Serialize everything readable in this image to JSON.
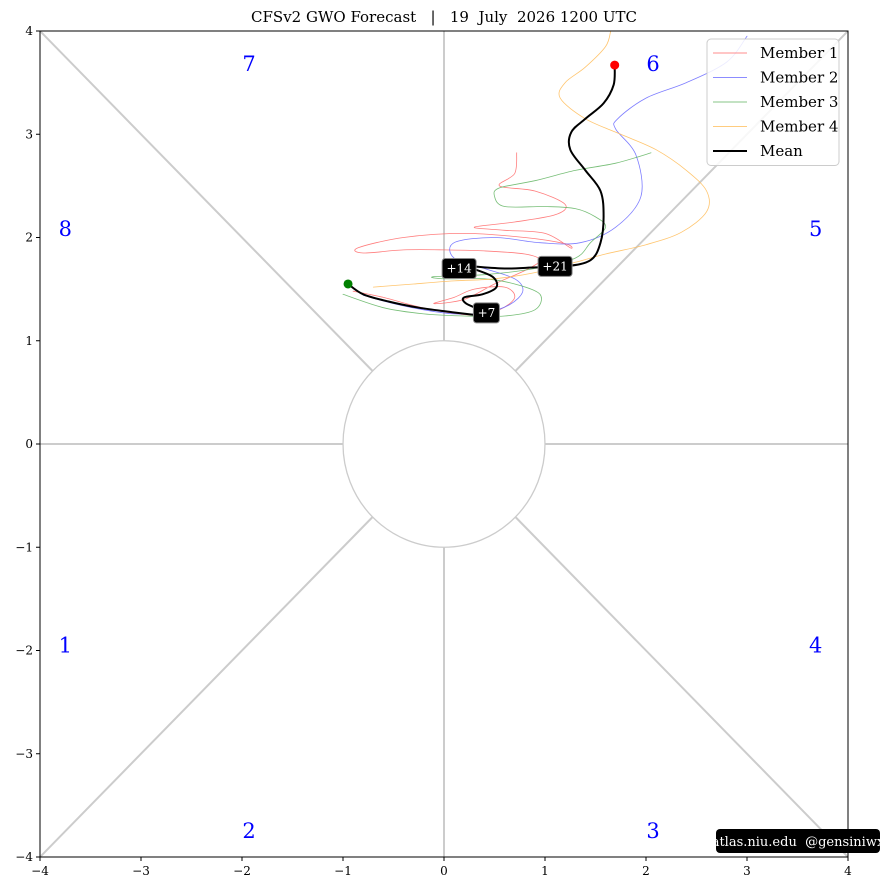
{
  "chart_data": {
    "type": "line",
    "title": "CFSv2 GWO Forecast   |   19  July  2026 1200 UTC",
    "xlim": [
      -4,
      4
    ],
    "ylim": [
      -4,
      4
    ],
    "xticks": [
      -4,
      -3,
      -2,
      -1,
      0,
      1,
      2,
      3,
      4
    ],
    "yticks": [
      -4,
      -3,
      -2,
      -1,
      0,
      1,
      2,
      3,
      4
    ],
    "xtick_labels": [
      "−4",
      "−3",
      "−2",
      "−1",
      "0",
      "1",
      "2",
      "3",
      "4"
    ],
    "ytick_labels": [
      "−4",
      "−3",
      "−2",
      "−1",
      "0",
      "1",
      "2",
      "3",
      "4"
    ],
    "xlabel": "",
    "ylabel": "",
    "grid": false,
    "legend_position": "top-right",
    "phase_labels": [
      {
        "label": "1",
        "x": -3.75,
        "y": -1.95
      },
      {
        "label": "2",
        "x": -1.93,
        "y": -3.75
      },
      {
        "label": "3",
        "x": 2.07,
        "y": -3.75
      },
      {
        "label": "4",
        "x": 3.68,
        "y": -1.95
      },
      {
        "label": "5",
        "x": 3.68,
        "y": 2.08
      },
      {
        "label": "6",
        "x": 2.07,
        "y": 3.68
      },
      {
        "label": "7",
        "x": -1.93,
        "y": 3.68
      },
      {
        "label": "8",
        "x": -3.75,
        "y": 2.08
      }
    ],
    "series": [
      {
        "name": "Member 1",
        "color": "#ff6666",
        "x": [
          -0.9,
          -0.6,
          -0.3,
          0.0,
          0.3,
          0.55,
          0.7,
          0.6,
          0.3,
          0.1,
          -0.1,
          0.2,
          0.5,
          0.8,
          0.95,
          0.8,
          0.4,
          0.0,
          -0.4,
          -0.8,
          -0.85,
          -0.4,
          0.2,
          0.8,
          1.2,
          1.25,
          1.0,
          0.6,
          0.3,
          0.7,
          1.1,
          1.2,
          0.9,
          0.55,
          0.7,
          0.72
        ],
        "y": [
          1.48,
          1.42,
          1.34,
          1.28,
          1.25,
          1.3,
          1.42,
          1.52,
          1.5,
          1.42,
          1.36,
          1.4,
          1.55,
          1.68,
          1.78,
          1.84,
          1.87,
          1.88,
          1.88,
          1.85,
          1.9,
          2.0,
          2.04,
          2.0,
          1.94,
          1.9,
          2.04,
          2.07,
          2.1,
          2.15,
          2.22,
          2.32,
          2.45,
          2.5,
          2.62,
          2.82
        ]
      },
      {
        "name": "Member 2",
        "color": "#6666ff",
        "x": [
          -0.8,
          -0.5,
          -0.2,
          0.1,
          0.4,
          0.65,
          0.78,
          0.7,
          0.4,
          0.1,
          0.1,
          0.5,
          0.95,
          1.35,
          1.7,
          1.95,
          1.9,
          1.7,
          1.72,
          2.0,
          2.4,
          2.8,
          3.0
        ],
        "y": [
          1.44,
          1.36,
          1.3,
          1.26,
          1.27,
          1.35,
          1.48,
          1.6,
          1.7,
          1.8,
          1.95,
          2.0,
          1.95,
          1.95,
          2.1,
          2.4,
          2.8,
          3.05,
          3.15,
          3.35,
          3.5,
          3.7,
          3.95
        ]
      },
      {
        "name": "Member 3",
        "color": "#5fb35f",
        "x": [
          -1.0,
          -0.6,
          -0.2,
          0.2,
          0.6,
          0.9,
          0.95,
          0.7,
          0.4,
          0.0,
          -0.1,
          0.4,
          0.9,
          1.3,
          1.45,
          1.6,
          1.5,
          1.3,
          1.0,
          0.6,
          0.5,
          0.55,
          0.9,
          1.3,
          1.7,
          2.05
        ],
        "y": [
          1.45,
          1.32,
          1.26,
          1.24,
          1.24,
          1.3,
          1.45,
          1.55,
          1.6,
          1.6,
          1.62,
          1.64,
          1.7,
          1.8,
          1.95,
          2.1,
          2.2,
          2.28,
          2.3,
          2.3,
          2.4,
          2.48,
          2.55,
          2.65,
          2.72,
          2.82
        ]
      },
      {
        "name": "Member 4",
        "color": "#ffbb55",
        "x": [
          -0.7,
          -0.3,
          0.1,
          0.5,
          0.9,
          1.3,
          1.6,
          2.0,
          2.35,
          2.6,
          2.6,
          2.4,
          2.1,
          1.75,
          1.4,
          1.15,
          1.2,
          1.4,
          1.6,
          1.65
        ],
        "y": [
          1.52,
          1.55,
          1.58,
          1.6,
          1.66,
          1.76,
          1.84,
          1.93,
          2.05,
          2.25,
          2.45,
          2.65,
          2.85,
          3.0,
          3.15,
          3.35,
          3.5,
          3.65,
          3.85,
          4.0
        ]
      },
      {
        "name": "Mean",
        "color": "#000000",
        "x": [
          -0.95,
          -0.8,
          -0.55,
          -0.25,
          0.05,
          0.3,
          0.42,
          0.4,
          0.22,
          0.2,
          0.38,
          0.52,
          0.48,
          0.28,
          0.15,
          0.28,
          0.6,
          0.9,
          1.2,
          1.45,
          1.55,
          1.58,
          1.55,
          1.4,
          1.25,
          1.26,
          1.4,
          1.58,
          1.68,
          1.69
        ],
        "y": [
          1.55,
          1.45,
          1.38,
          1.32,
          1.28,
          1.25,
          1.23,
          1.28,
          1.36,
          1.42,
          1.45,
          1.52,
          1.62,
          1.7,
          1.73,
          1.72,
          1.7,
          1.71,
          1.72,
          1.78,
          1.95,
          2.2,
          2.45,
          2.65,
          2.85,
          3.02,
          3.15,
          3.3,
          3.48,
          3.67
        ]
      }
    ],
    "day_labels": [
      {
        "label": "+7",
        "x": 0.42,
        "y": 1.27
      },
      {
        "label": "+14",
        "x": 0.15,
        "y": 1.7
      },
      {
        "label": "+21",
        "x": 1.1,
        "y": 1.72
      }
    ],
    "start_point": {
      "x": -0.95,
      "y": 1.55,
      "color": "#008000"
    },
    "end_point": {
      "x": 1.69,
      "y": 3.67,
      "color": "#ff0000"
    }
  },
  "credit": "atlas.niu.edu  @gensiniwx"
}
